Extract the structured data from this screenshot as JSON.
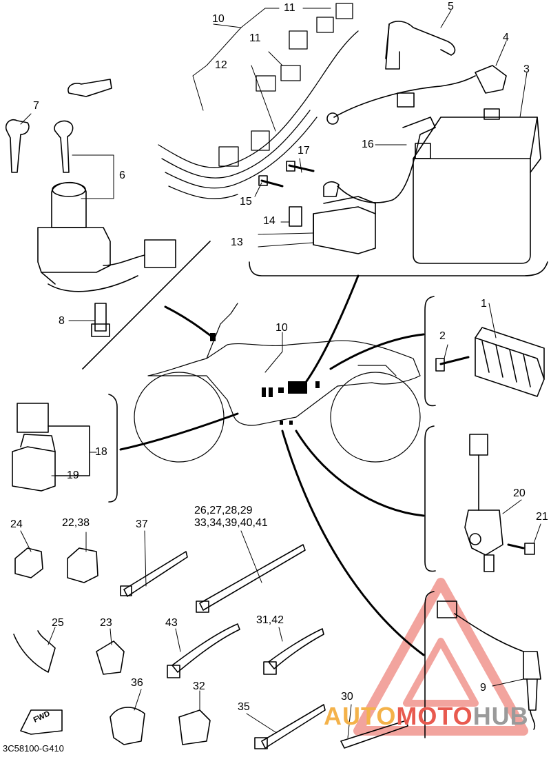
{
  "labels": {
    "n1": "1",
    "n2": "2",
    "n3": "3",
    "n4": "4",
    "n5": "5",
    "n6": "6",
    "n7": "7",
    "n8": "8",
    "n9": "9",
    "n10a": "10",
    "n10b": "10",
    "n11a": "11",
    "n11b": "11",
    "n12": "12",
    "n13": "13",
    "n14": "14",
    "n15": "15",
    "n16": "16",
    "n17": "17",
    "n18": "18",
    "n19": "19",
    "n20": "20",
    "n21": "21",
    "n22": "22,38",
    "n23": "23",
    "n24": "24",
    "n25": "25",
    "n26a": "26,27,28,29",
    "n26b": "33,34,39,40,41",
    "n30": "30",
    "n31": "31,42",
    "n32": "32",
    "n35": "35",
    "n36": "36",
    "n37": "37",
    "n43": "43"
  },
  "fwd_label": "FWD",
  "diagram_code": "3C58100-G410",
  "watermark": {
    "part1": "AUTO",
    "part2": "MOTO",
    "part3": "HUB",
    "color_red": "#e85a4f",
    "color_orange": "#f4b24a",
    "color_gray": "#9a9a9a"
  }
}
